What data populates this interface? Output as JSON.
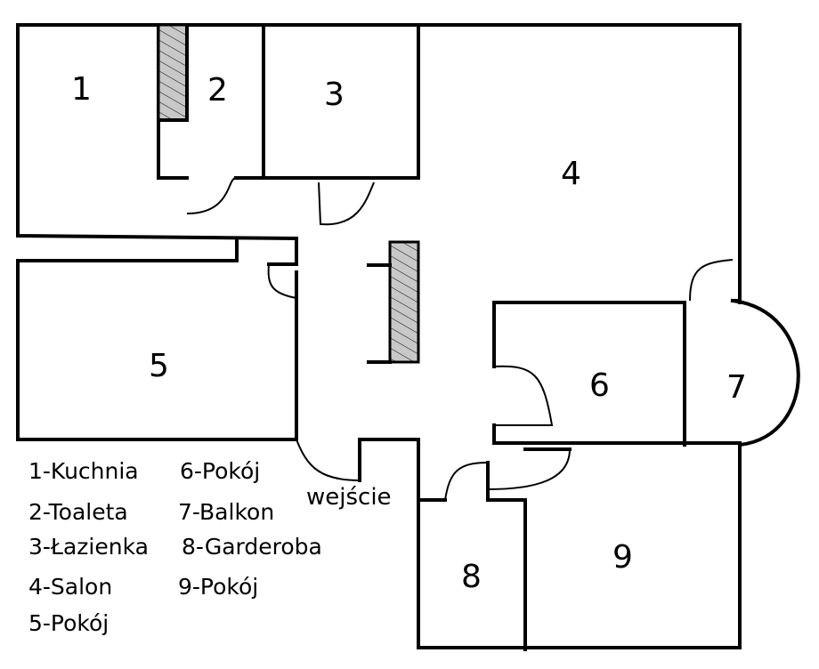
{
  "rooms": [
    {
      "number": "1"
    },
    {
      "number": "2"
    },
    {
      "number": "3"
    },
    {
      "number": "4"
    },
    {
      "number": "5"
    },
    {
      "number": "6"
    },
    {
      "number": "7"
    },
    {
      "number": "8"
    },
    {
      "number": "9"
    }
  ],
  "entrance_label": "wejście",
  "legend": [
    "1-Kuchnia",
    "2-Toaleta",
    "3-Łazienka",
    "4-Salon",
    "5-Pokój",
    "6-Pokój",
    "7-Balkon",
    "8-Garderoba",
    "9-Pokój"
  ]
}
